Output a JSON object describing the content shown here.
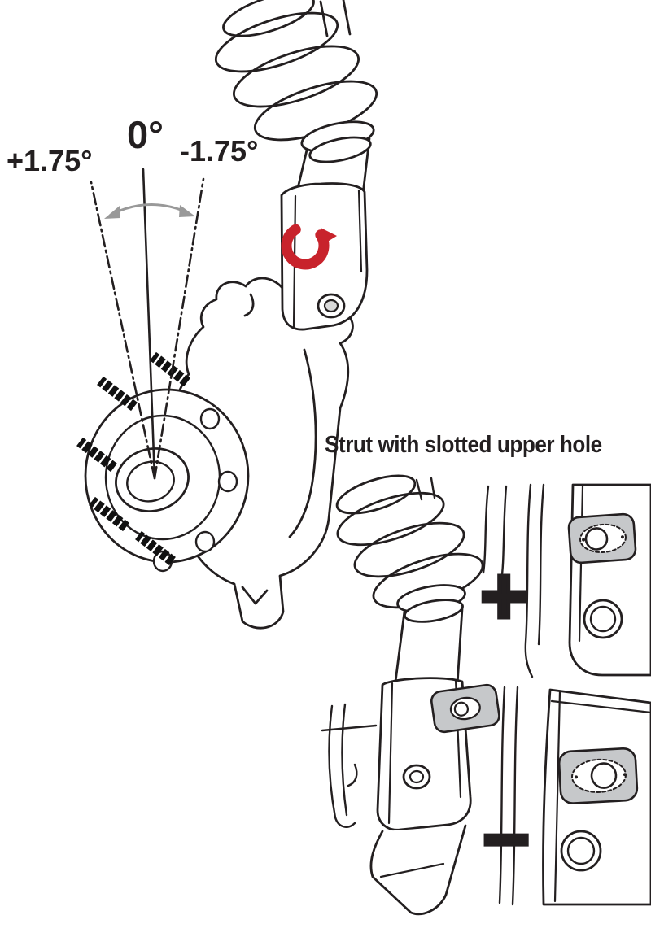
{
  "figure": {
    "angle_labels": {
      "left": "+1.75°",
      "center": "0°",
      "right": "-1.75°"
    },
    "caption": "Strut with slotted upper hole",
    "symbols": {
      "plus": "+",
      "minus": "−"
    },
    "icons": {
      "brand_mark": "spc-red-swirl"
    },
    "colors": {
      "line": "#231f20",
      "logo_red": "#c8232c",
      "slot_gray": "#c6c8ca",
      "arrow_gray": "#999999",
      "background": "#ffffff"
    }
  }
}
